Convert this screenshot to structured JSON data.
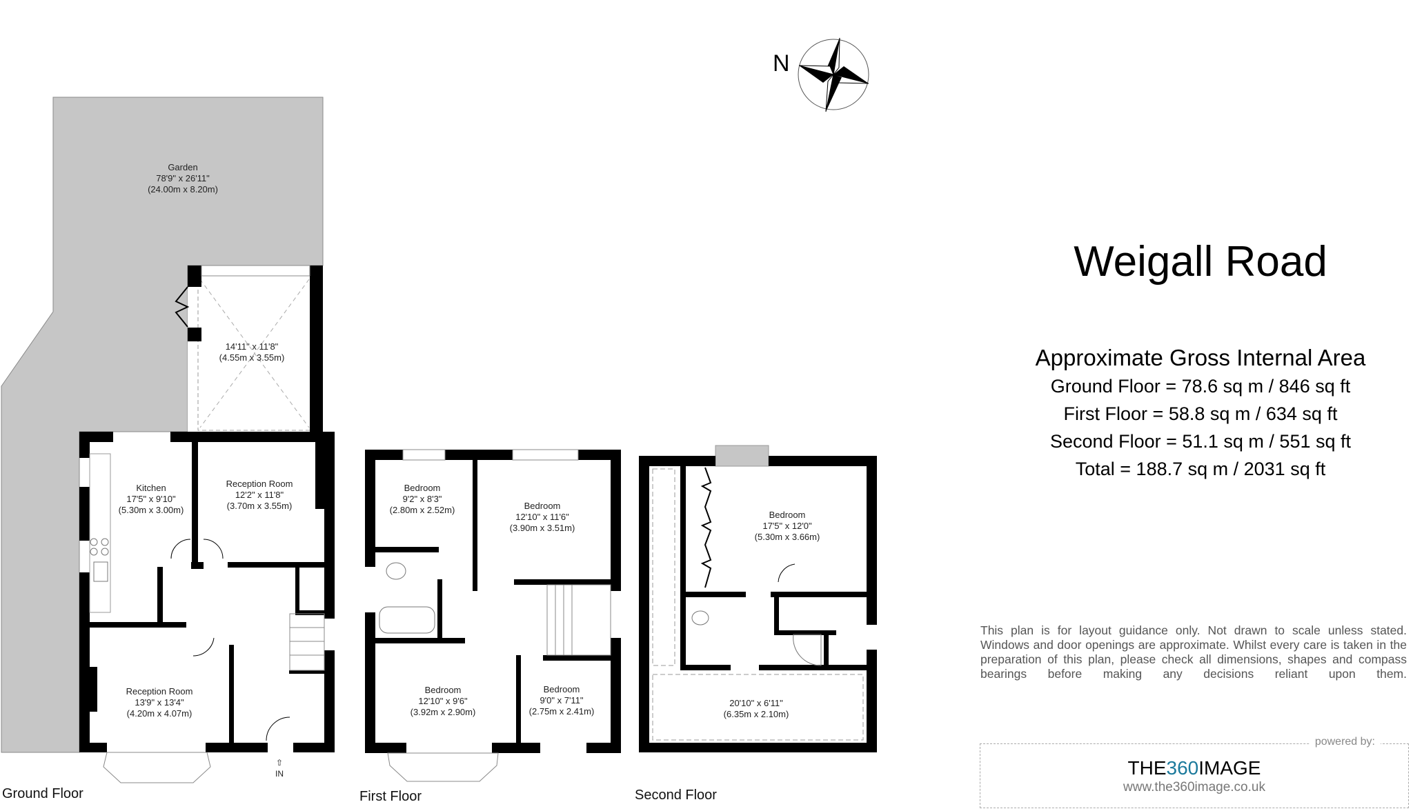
{
  "property": {
    "title": "Weigall Road",
    "area_heading": "Approximate Gross Internal Area",
    "areas": [
      {
        "floor": "Ground Floor",
        "sq_m": "78.6",
        "sq_ft": "846",
        "text": "Ground Floor = 78.6 sq m / 846 sq ft"
      },
      {
        "floor": "First Floor",
        "sq_m": "58.8",
        "sq_ft": "634",
        "text": "First Floor = 58.8 sq m / 634 sq ft"
      },
      {
        "floor": "Second Floor",
        "sq_m": "51.1",
        "sq_ft": "551",
        "text": "Second Floor = 51.1 sq m / 551 sq ft"
      },
      {
        "floor": "Total",
        "sq_m": "188.7",
        "sq_ft": "2031",
        "text": "Total = 188.7 sq m / 2031 sq ft"
      }
    ]
  },
  "compass": {
    "label": "N"
  },
  "floors": {
    "ground": {
      "label": "Ground Floor",
      "entrance_label": "IN",
      "rooms": [
        {
          "name": "Garden",
          "imperial": "78'9\" x 26'11\"",
          "metric": "(24.00m x 8.20m)"
        },
        {
          "name": "",
          "imperial": "14'11\" x 11'8\"",
          "metric": "(4.55m x 3.55m)"
        },
        {
          "name": "Kitchen",
          "imperial": "17'5\" x 9'10\"",
          "metric": "(5.30m x 3.00m)"
        },
        {
          "name": "Reception Room",
          "imperial": "12'2\" x 11'8\"",
          "metric": "(3.70m x 3.55m)"
        },
        {
          "name": "Reception Room",
          "imperial": "13'9\" x 13'4\"",
          "metric": "(4.20m x 4.07m)"
        }
      ]
    },
    "first": {
      "label": "First Floor",
      "rooms": [
        {
          "name": "Bedroom",
          "imperial": "9'2\" x 8'3\"",
          "metric": "(2.80m x 2.52m)"
        },
        {
          "name": "Bedroom",
          "imperial": "12'10\" x 11'6\"",
          "metric": "(3.90m x 3.51m)"
        },
        {
          "name": "Bedroom",
          "imperial": "12'10\" x 9'6\"",
          "metric": "(3.92m x 2.90m)"
        },
        {
          "name": "Bedroom",
          "imperial": "9'0\" x 7'11\"",
          "metric": "(2.75m x 2.41m)"
        }
      ]
    },
    "second": {
      "label": "Second Floor",
      "rooms": [
        {
          "name": "Bedroom",
          "imperial": "17'5\" x 12'0\"",
          "metric": "(5.30m x 3.66m)"
        },
        {
          "name": "",
          "imperial": "20'10\" x 6'11\"",
          "metric": "(6.35m x 2.10m)"
        }
      ]
    }
  },
  "disclaimer": "This plan is for layout guidance only. Not drawn to scale unless stated. Windows and door openings are approximate. Whilst every care is taken in the preparation of this plan, please check all dimensions, shapes and compass bearings before making any decisions reliant upon them.",
  "branding": {
    "powered_by": "powered by:",
    "name_prefix": "THE",
    "name_accent": "360",
    "name_suffix": "IMAGE",
    "url": "www.the360image.co.uk",
    "accent_color": "#1c7a9c"
  },
  "colors": {
    "wall": "#000000",
    "garden": "#c6c6c6",
    "background": "#ffffff"
  }
}
